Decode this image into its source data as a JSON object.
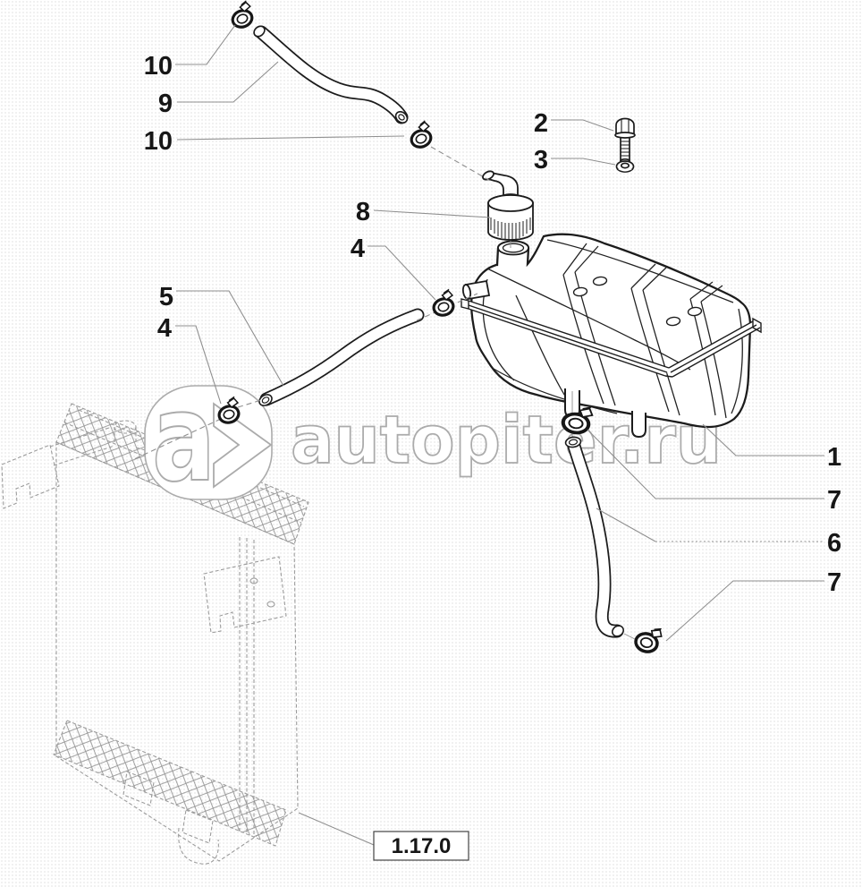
{
  "diagram": {
    "callouts": {
      "c10_top": "10",
      "c9": "9",
      "c10_mid": "10",
      "c2": "2",
      "c3": "3",
      "c8": "8",
      "c4_right": "4",
      "c5": "5",
      "c4_left": "4",
      "c1": "1",
      "c7_top": "7",
      "c6": "6",
      "c7_bottom": "7"
    },
    "reference_box": {
      "code": "1.17.0"
    }
  },
  "watermark": {
    "logo_letter": "a",
    "logo_chevron": ">",
    "site_text": "autopiter.ru"
  },
  "colors": {
    "line": "#1c1c1c",
    "leader": "#8f8f8f",
    "ghost": "#9c9c9c",
    "watermark_stroke": "#ababab",
    "background": "#ffffff"
  }
}
